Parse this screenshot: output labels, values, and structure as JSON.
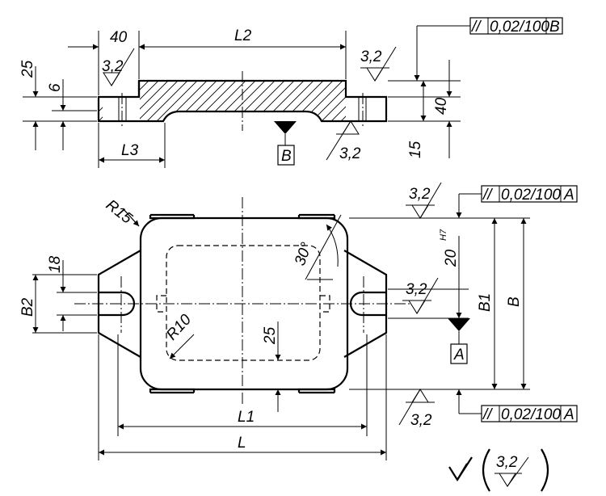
{
  "dimensions": {
    "d40": "40",
    "L2": "L2",
    "d25": "25",
    "d6": "6",
    "L3": "L3",
    "d40b": "40",
    "d15": "15",
    "R15": "R15",
    "R10": "R10",
    "d30deg": "30°",
    "d18": "18",
    "B2": "B2",
    "d25b": "25",
    "d20": "20",
    "H7": "H7",
    "B1": "B1",
    "B": "B",
    "L1": "L1",
    "L": "L"
  },
  "surface_finish": {
    "value": "3,2"
  },
  "datums": {
    "top": "B",
    "front": "A"
  },
  "tolerance_frames": [
    {
      "symbol": "//",
      "value": "0,02/100",
      "datum": "B"
    },
    {
      "symbol": "//",
      "value": "0,02/100",
      "datum": "A"
    },
    {
      "symbol": "//",
      "value": "0,02/100",
      "datum": "A"
    }
  ],
  "general_finish": {
    "value": "3,2"
  }
}
